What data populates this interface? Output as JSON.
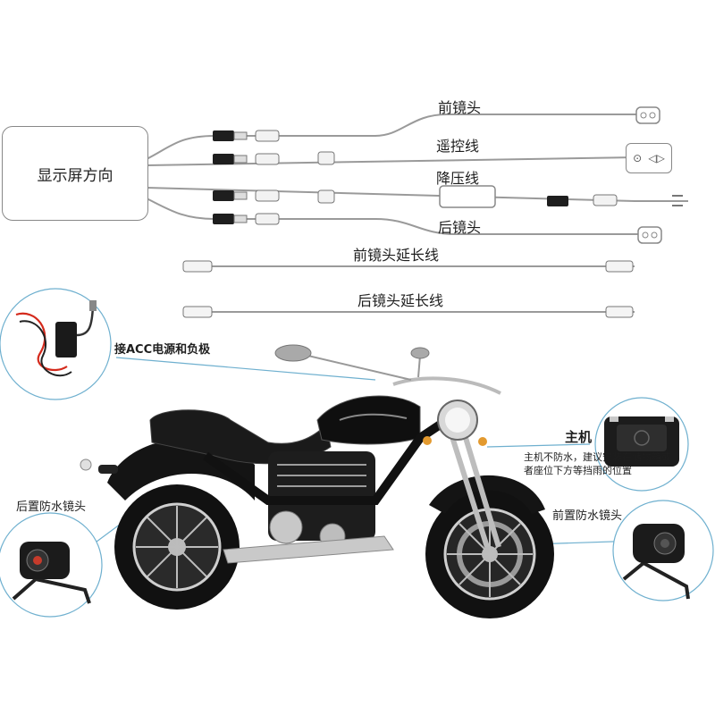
{
  "display_box": {
    "label": "显示屏方向"
  },
  "wires": {
    "front_lens": "前镜头",
    "remote": "遥控线",
    "step_down": "降压线",
    "rear_lens": "后镜头",
    "front_extension": "前镜头延长线",
    "rear_extension": "后镜头延长线"
  },
  "remote_icons": {
    "left": "camera-icon",
    "right": "toggle-icon"
  },
  "annotations": {
    "acc_power": "接ACC电源和负极",
    "main_unit": "主机",
    "main_unit_note": "主机不防水，建议安装在储物箱或者座位下方等挡雨的位置",
    "rear_waterproof_lens": "后置防水镜头",
    "front_waterproof_lens": "前置防水镜头"
  },
  "colors": {
    "wire": "#9a9a9a",
    "callout_line": "#6fb0cf",
    "motorcycle_body": "#111111",
    "chrome": "#c8c8c8",
    "acc_wire": "#d42a1c"
  }
}
